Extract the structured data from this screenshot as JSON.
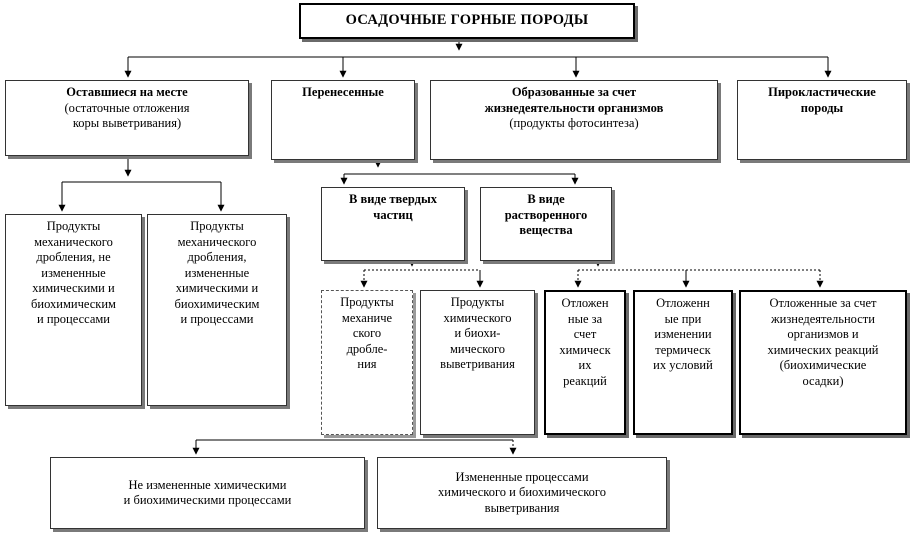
{
  "title": "ОСАДОЧНЫЕ ГОРНЫЕ ПОРОДЫ",
  "level1": {
    "remained": {
      "heading": "Оставшиеся на месте",
      "sub": "(остаточные отложения\nкоры выветривания)"
    },
    "transported": {
      "heading": "Перенесенные"
    },
    "organic": {
      "heading": "Образованные за счет\nжизнедеятельности организмов",
      "sub": "(продукты фотосинтеза)"
    },
    "pyroclastic": {
      "heading": "Пирокластические\nпороды"
    }
  },
  "remained_children": {
    "mechanical": "Продукты\nмеханического\nдробления, не\nизмененные\nхимическими и\nбиохимическим\nи процессами",
    "mechanical_changed": "Продукты\nмеханического\nдробления,\nизмененные\nхимическими и\nбиохимическим\nи процессами"
  },
  "transported_children": {
    "solid": "В виде твердых\nчастиц",
    "dissolved": "В виде\nрастворенного\nвещества"
  },
  "solid_children": {
    "mech_crushing": "Продукты\nмеханиче\nского\nдробле-\nния",
    "chem_weathering": "Продукты\nхимического\nи биохи-\nмического\nвыветривания"
  },
  "dissolved_children": {
    "chemical": "Отложен\nные за\nсчет\nхимическ\nих\nреакций",
    "thermal": "Отложенн\nые при\nизменении\nтермическ\nих условий",
    "biochemical": "Отложенные за счет\nжизнедеятельности\nорганизмов и\nхимических реакций\n(биохимические\nосадки)"
  },
  "bottom": {
    "unchanged": "Не измененные химическими\nи биохимическими процессами",
    "changed": "Измененные процессами\nхимического и биохимического\nвыветривания"
  },
  "colors": {
    "line": "#000000",
    "shadow": "#7a7a7a"
  }
}
